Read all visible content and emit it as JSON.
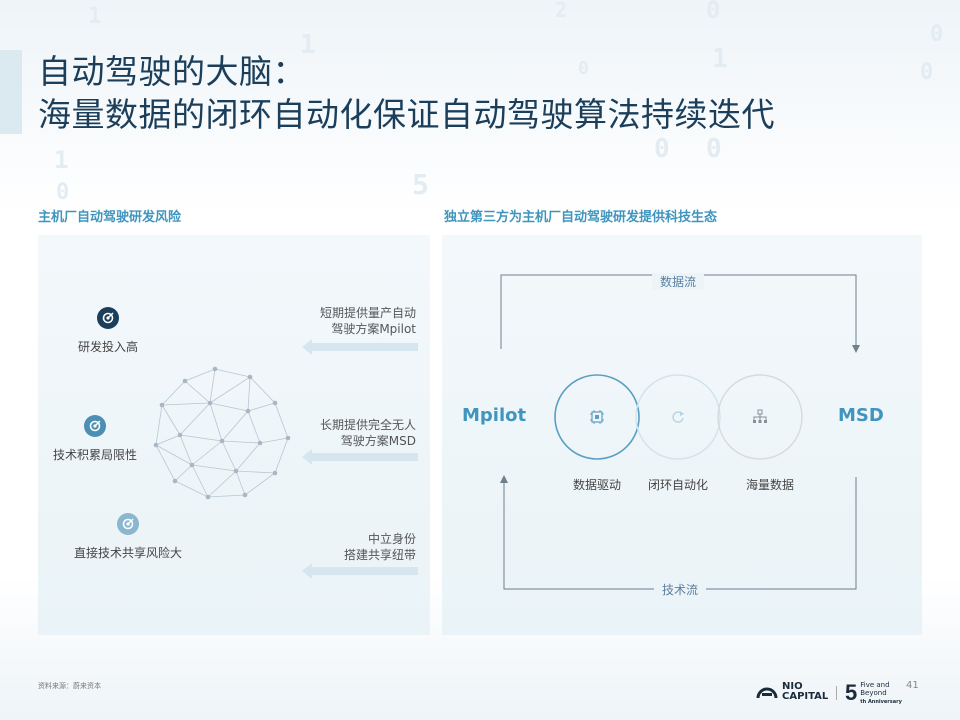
{
  "title": {
    "line1": "自动驾驶的大脑：",
    "line2": "海量数据的闭环自动化保证自动驾驶算法持续迭代"
  },
  "left": {
    "heading": "主机厂自动驾驶研发风险",
    "risks": [
      {
        "label": "研发投入高",
        "icon": "target-icon"
      },
      {
        "label": "技术积累局限性",
        "icon": "target-icon"
      },
      {
        "label": "直接技术共享风险大",
        "icon": "target-icon"
      }
    ],
    "offers": [
      {
        "line1": "短期提供量产自动",
        "line2": "驾驶方案Mpilot"
      },
      {
        "line1": "长期提供完全无人",
        "line2": "驾驶方案MSD"
      },
      {
        "line1": "中立身份",
        "line2": "搭建共享纽带"
      }
    ]
  },
  "right": {
    "heading": "独立第三方为主机厂自动驾驶研发提供科技生态",
    "data_flow": "数据流",
    "tech_flow": "技术流",
    "left_product": "Mpilot",
    "right_product": "MSD",
    "circles": [
      {
        "label": "数据驱动",
        "icon": "chip-icon"
      },
      {
        "label": "闭环自动化",
        "icon": "refresh-icon"
      },
      {
        "label": "海量数据",
        "icon": "hierarchy-icon"
      }
    ]
  },
  "footer": {
    "source": "资料来源：蔚来资本",
    "brand_line1": "NIO",
    "brand_line2": "CAPITAL",
    "anniv_number": "5",
    "anniv_line1": "Five and",
    "anniv_line2": "Beyond",
    "anniv_line3": "th Anniversary",
    "page": "41"
  },
  "colors": {
    "title": "#1b3e5b",
    "accent": "#3f95bd",
    "icon_dark": "#1b3e5b",
    "icon_mid": "#4b8fb5",
    "icon_light": "#8ab6cf"
  }
}
